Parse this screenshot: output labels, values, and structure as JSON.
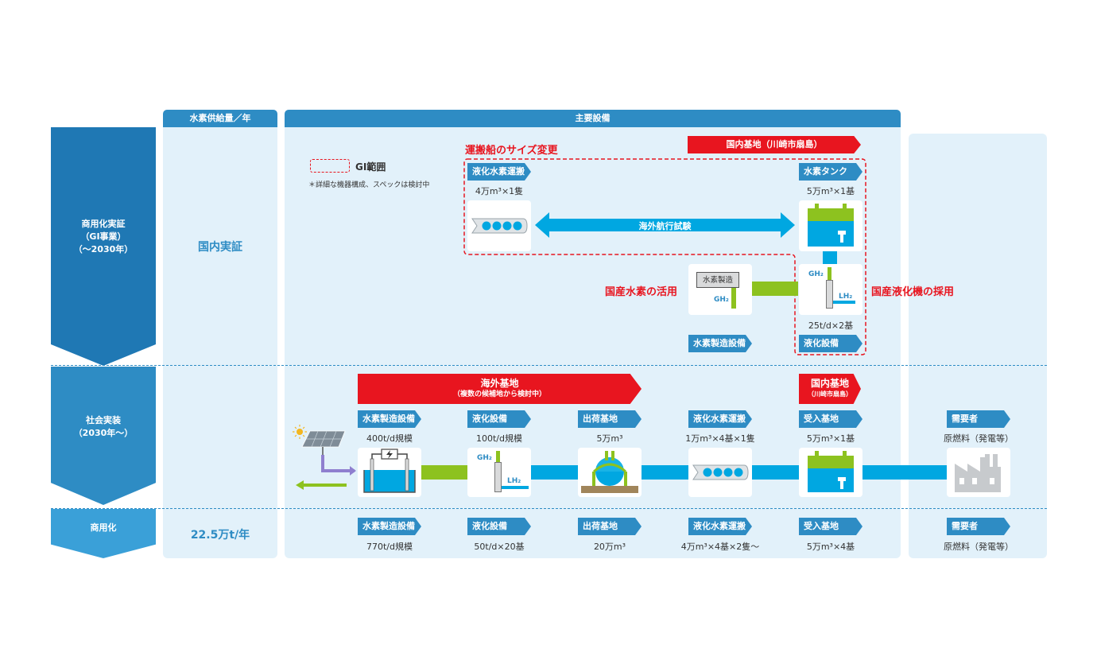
{
  "headers": {
    "supply": "水素供給量／年",
    "equipment": "主要設備"
  },
  "rows": {
    "row1": {
      "label": "商用化実証\n（GI事業）\n（〜2030年）",
      "supply": "国内実証"
    },
    "row2": {
      "label": "社会実装\n（2030年〜）"
    },
    "row3": {
      "label": "商用化",
      "supply": "22.5万t/年"
    }
  },
  "legend": {
    "gi_range": "GI範囲",
    "note": "＊詳細な機器構成、スペックは検討中"
  },
  "demo": {
    "ship_size_change": "運搬船のサイズ変更",
    "domestic_base": "国内基地（川崎市扇島）",
    "carrier_tag": "液化水素運搬船",
    "carrier_spec": "4万m³×1隻",
    "sea_trial": "海外航行試験",
    "tank_tag": "水素タンク",
    "tank_spec": "5万m³×1基",
    "domestic_h2_use": "国産水素の活用",
    "domestic_liquefier": "国産液化機の採用",
    "production_box": "水素製造",
    "production_tag": "水素製造設備",
    "liquefaction_spec": "25t/d×2基",
    "liquefaction_tag": "液化設備",
    "gh2": "GH₂",
    "lh2": "LH₂"
  },
  "social": {
    "overseas_base": "海外基地",
    "overseas_base_sub": "（複数の候補地から検討中）",
    "domestic_base": "国内基地",
    "domestic_base_sub": "（川崎市扇島）",
    "items": [
      {
        "tag": "水素製造設備",
        "spec": "400t/d規模"
      },
      {
        "tag": "液化設備",
        "spec": "100t/d規模"
      },
      {
        "tag": "出荷基地",
        "spec": "5万m³"
      },
      {
        "tag": "液化水素運搬船",
        "spec": "1万m³×4基×1隻"
      },
      {
        "tag": "受入基地",
        "spec": "5万m³×1基"
      },
      {
        "tag": "需要者",
        "spec": "原燃料（発電等）"
      }
    ]
  },
  "commercial": {
    "items": [
      {
        "tag": "水素製造設備",
        "spec": "770t/d規模"
      },
      {
        "tag": "液化設備",
        "spec": "50t/d×20基"
      },
      {
        "tag": "出荷基地",
        "spec": "20万m³"
      },
      {
        "tag": "液化水素運搬船",
        "spec": "4万m³×4基×2隻〜"
      },
      {
        "tag": "受入基地",
        "spec": "5万m³×4基"
      },
      {
        "tag": "需要者",
        "spec": "原燃料（発電等）"
      }
    ]
  },
  "colors": {
    "blue": "#2e8cc4",
    "cyan": "#00a7e1",
    "red": "#e8151f",
    "green": "#8dc21f",
    "panel": "#e2f1fa"
  }
}
